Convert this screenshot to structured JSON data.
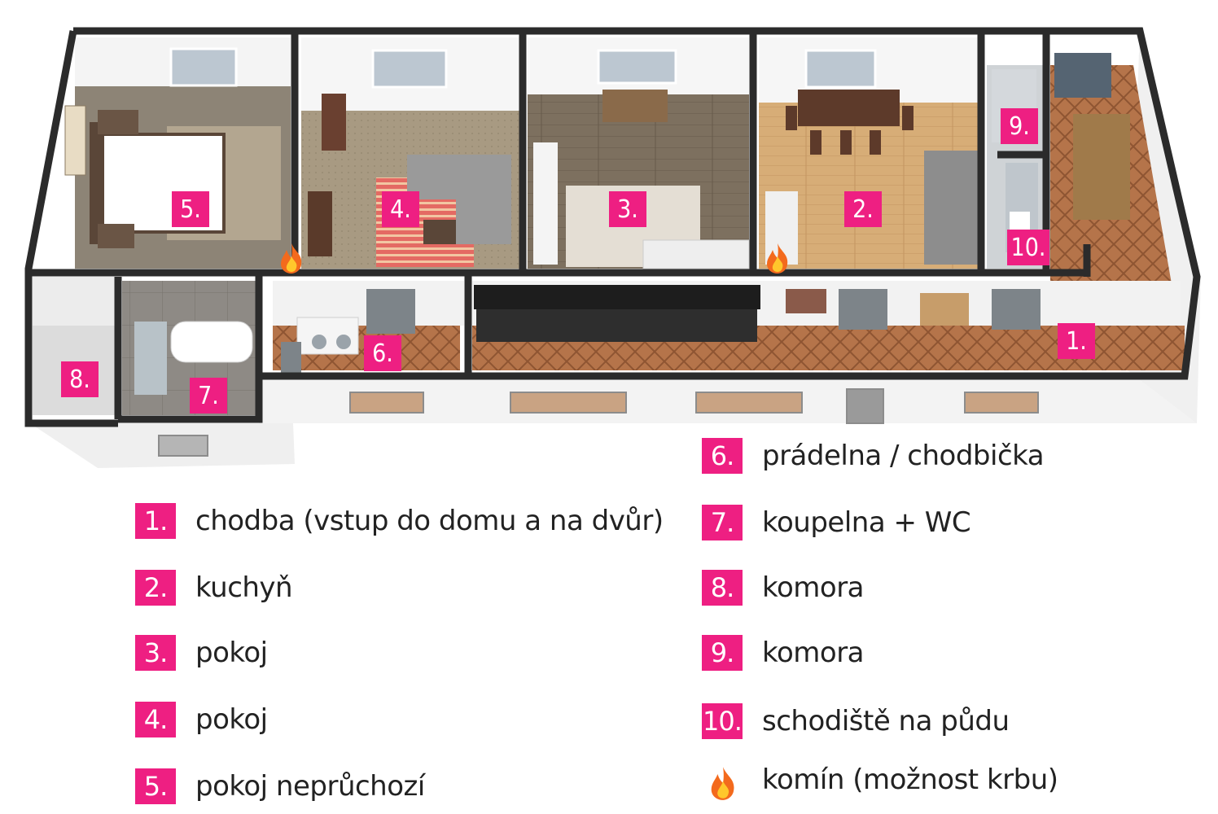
{
  "plan": {
    "room_badges": [
      {
        "id": "1",
        "label": "1."
      },
      {
        "id": "2",
        "label": "2."
      },
      {
        "id": "3",
        "label": "3."
      },
      {
        "id": "4",
        "label": "4."
      },
      {
        "id": "5",
        "label": "5."
      },
      {
        "id": "6",
        "label": "6."
      },
      {
        "id": "7",
        "label": "7."
      },
      {
        "id": "8",
        "label": "8."
      },
      {
        "id": "9",
        "label": "9."
      },
      {
        "id": "10",
        "label": "10."
      }
    ],
    "chimney_icon": "flame-icon"
  },
  "legend": {
    "items": [
      {
        "num": "1.",
        "text": "chodba (vstup do domu a na dvůr)"
      },
      {
        "num": "2.",
        "text": "kuchyň"
      },
      {
        "num": "3.",
        "text": "pokoj"
      },
      {
        "num": "4.",
        "text": "pokoj"
      },
      {
        "num": "5.",
        "text": "pokoj neprůchozí"
      },
      {
        "num": "6.",
        "text": "prádelna / chodbička"
      },
      {
        "num": "7.",
        "text": "koupelna + WC"
      },
      {
        "num": "8.",
        "text": "komora"
      },
      {
        "num": "9.",
        "text": "komora"
      },
      {
        "num": "10.",
        "text": "schodiště na půdu"
      }
    ],
    "chimney_text": "komín (možnost krbu)"
  },
  "colors": {
    "badge": "#ee1f82",
    "wall": "#2b2b2b",
    "wood_floor": "#b98553",
    "herringbone": "#a8673f",
    "carpet": "#a5977f",
    "dark_floor": "#7a6d5b",
    "tile": "#8a8580"
  }
}
